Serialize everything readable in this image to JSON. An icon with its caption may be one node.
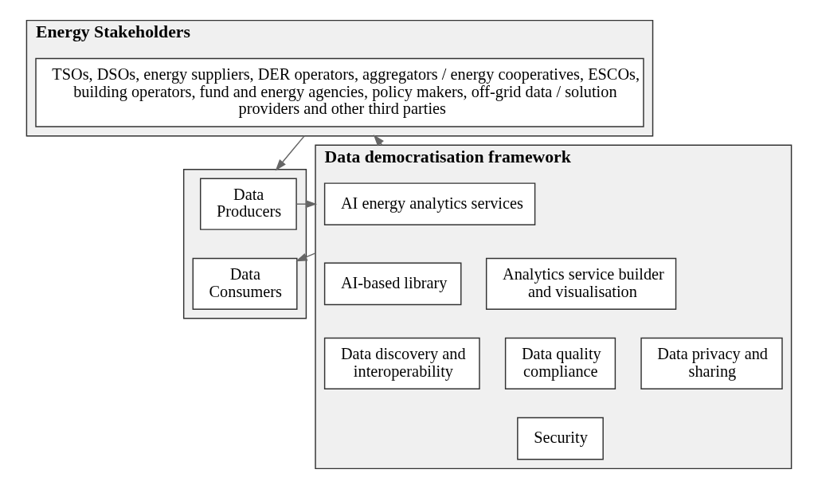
{
  "diagram": {
    "nodes": [
      {
        "text": [
          "Energy Stakeholders"
        ]
      },
      {
        "text": [
          "TSOs, DSOs, energy suppliers, DER operators, aggregators / energy cooperatives, ESCOs, building operators, fund and energy agencies, policy makers, off-grid data / solution providers and other third parties"
        ],
        "in": 0
      },
      {
        "text": [
          "Data democratisation framework"
        ]
      },
      {
        "text": [
          "AI energy analytics services"
        ],
        "in": 2
      },
      {
        "text": [
          "AI-based library"
        ],
        "in": 2
      },
      {
        "text": [
          "Analytics service builder and visualisation"
        ],
        "in": 2
      },
      {
        "text": [
          "Data discovery and interoperability"
        ],
        "in": 2
      },
      {
        "text": [
          "Data quality compliance"
        ],
        "in": 2
      },
      {
        "text": [
          "Data privacy and sharing"
        ],
        "in": 2
      },
      {
        "text": [
          "Security"
        ],
        "in": 2
      },
      {
        "text": [],
        "shape": "box"
      },
      {
        "text": [
          "Data Producers"
        ],
        "in": 10
      },
      {
        "text": [
          "Data Consumers"
        ],
        "in": 10
      }
    ],
    "edges": [
      {
        "from": 2,
        "to": 0,
        "arrow": "to"
      },
      {
        "from": 0,
        "to": 10,
        "arrow": "to"
      },
      {
        "from": 11,
        "to": 2,
        "arrow": "to"
      },
      {
        "from": 2,
        "to": 12,
        "arrow": "to"
      }
    ]
  }
}
